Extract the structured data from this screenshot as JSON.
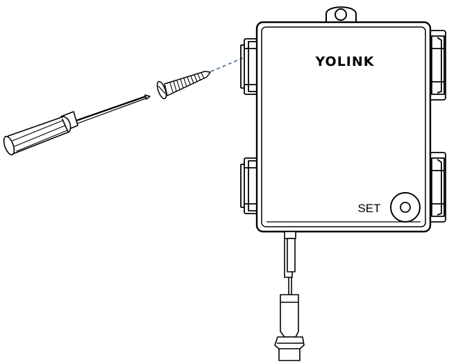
{
  "device": {
    "brand": "YOLINK",
    "set_button_label": "SET"
  },
  "icons": {
    "screwdriver": "screwdriver-icon",
    "screw": "screw-icon",
    "enclosure": "hub-enclosure",
    "cable": "power-cable",
    "set_button": "set-button-icon"
  },
  "colors": {
    "line": "#000000",
    "background": "#ffffff",
    "guide_line": "#3a5f8f"
  }
}
